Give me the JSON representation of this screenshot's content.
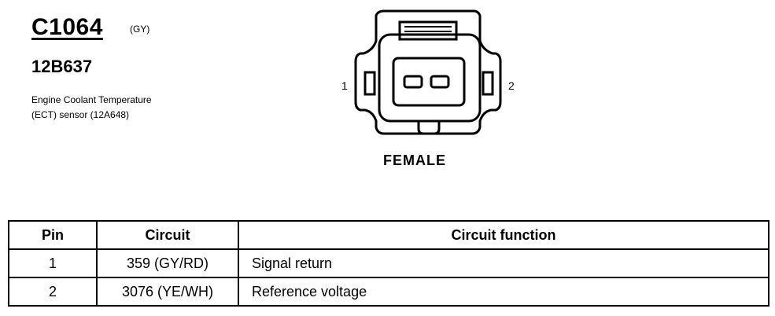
{
  "connector": {
    "id": "C1064",
    "color_code": "(GY)",
    "part_number": "12B637",
    "description_line1": "Engine Coolant Temperature",
    "description_line2": "(ECT) sensor (12A648)"
  },
  "diagram": {
    "pin_label_left": "1",
    "pin_label_right": "2",
    "gender": "FEMALE"
  },
  "table": {
    "headers": [
      "Pin",
      "Circuit",
      "Circuit function"
    ],
    "rows": [
      [
        "1",
        "359 (GY/RD)",
        "Signal return"
      ],
      [
        "2",
        "3076 (YE/WH)",
        "Reference voltage"
      ]
    ]
  }
}
